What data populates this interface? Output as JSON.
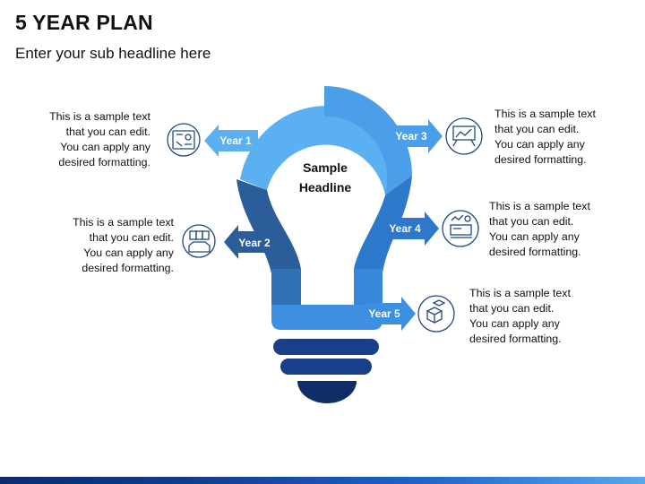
{
  "title": "5 YEAR PLAN",
  "subtitle": "Enter your sub headline here",
  "headline_line1": "Sample",
  "headline_line2": "Headline",
  "colors": {
    "light_blue": "#5ab0f0",
    "mid_blue": "#3d8fe0",
    "blue": "#2e78cc",
    "dark_blue": "#2a5d9a",
    "navy": "#1a3f8a",
    "icon_stroke": "#244a7c"
  },
  "years": [
    {
      "label": "Year 1",
      "text": [
        "This is a sample text",
        "that you can edit.",
        "You can apply any",
        "desired formatting."
      ],
      "icon": "blueprint-icon"
    },
    {
      "label": "Year 2",
      "text": [
        "This is a sample text",
        "that you can edit.",
        "You can apply any",
        "desired formatting."
      ],
      "icon": "documents-tray-icon"
    },
    {
      "label": "Year 3",
      "text": [
        "This is a sample text",
        "that you can edit.",
        "You can apply any",
        "desired formatting."
      ],
      "icon": "presentation-board-icon"
    },
    {
      "label": "Year 4",
      "text": [
        "This is a sample text",
        "that you can edit.",
        "You can apply any",
        "desired formatting."
      ],
      "icon": "desk-chart-icon"
    },
    {
      "label": "Year 5",
      "text": [
        "This is a sample text",
        "that you can edit.",
        "You can apply any",
        "desired formatting."
      ],
      "icon": "boxes-icon"
    }
  ]
}
